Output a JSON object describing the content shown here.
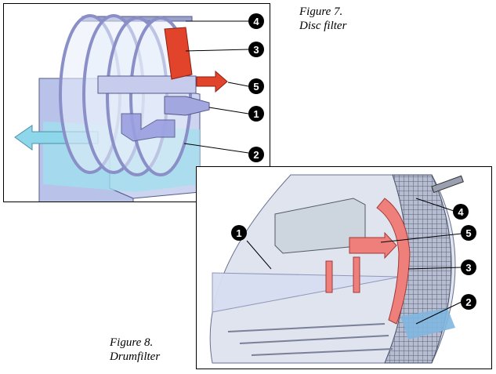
{
  "figure7": {
    "caption_number": "Figure 7.",
    "caption_title": "Disc filter",
    "callouts": [
      "4",
      "3",
      "5",
      "1",
      "2"
    ],
    "colors": {
      "water": "#9fe0ee",
      "tank": "#b9c3ea",
      "disc": "#e7eefa",
      "hot": "#e2442b",
      "frame": "#8b8fc8"
    }
  },
  "figure8": {
    "caption_number": "Figure 8.",
    "caption_title": "Drumfilter",
    "callouts": [
      "1",
      "4",
      "5",
      "3",
      "2"
    ],
    "colors": {
      "screen": "#8f97b0",
      "flow": "#ee7f7a",
      "trough": "#cdd6de",
      "water": "#7fb6e0"
    }
  }
}
